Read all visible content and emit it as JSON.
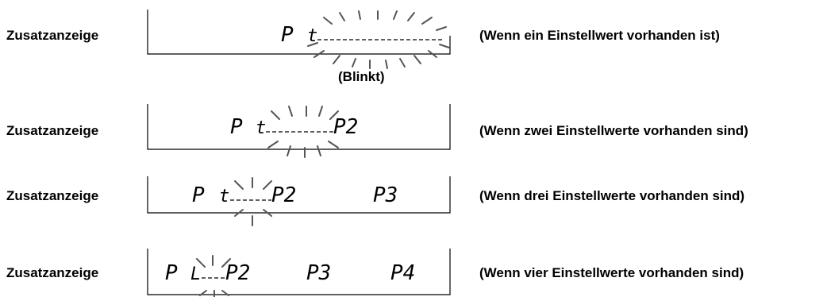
{
  "rows": [
    {
      "label": "Zusatzanzeige",
      "note": "(Wenn ein Einstellwert vorhanden ist)"
    },
    {
      "label": "Zusatzanzeige",
      "note": "(Wenn zwei Einstellwerte vorhanden sind)"
    },
    {
      "label": "Zusatzanzeige",
      "note": "(Wenn drei Einstellwerte vorhanden sind)"
    },
    {
      "label": "Zusatzanzeige",
      "note": "(Wenn vier Einstellwerte vorhanden sind)"
    }
  ],
  "blink_label": "(Blinkt)",
  "displays": [
    {
      "items": [
        "P"
      ]
    },
    {
      "items": [
        "P",
        "P2"
      ]
    },
    {
      "items": [
        "P",
        "P2",
        "P3"
      ]
    },
    {
      "items": [
        "P",
        "P2",
        "P3",
        "P4"
      ]
    }
  ]
}
